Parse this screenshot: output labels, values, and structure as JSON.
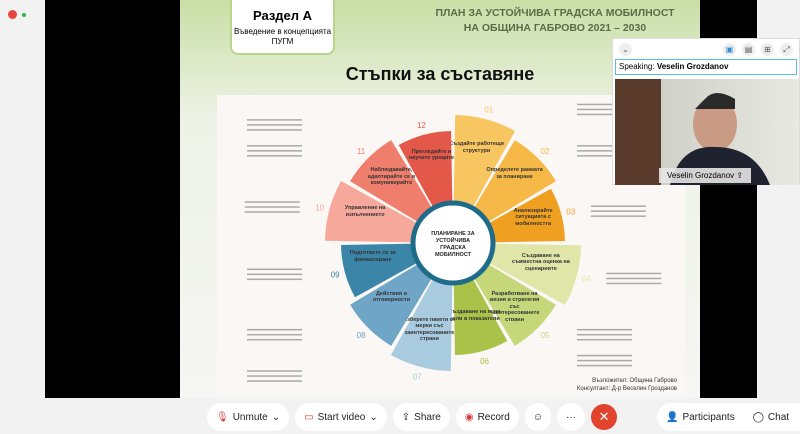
{
  "slide": {
    "section_title": "Раздел А",
    "section_sub": "Въведение в концепцията ПУГМ",
    "header_l1": "ПЛАН ЗА УСТОЙЧИВА ГРАДСКА МОБИЛНОСТ",
    "header_l2": "НА ОБЩИНА ГАБРОВО 2021 – 2030",
    "title": "Стъпки за съставяне",
    "center": "ПЛАНИРАНЕ ЗА УСТОЙЧИВА ГРАДСКА МОБИЛНОСТ",
    "steps": [
      {
        "n": "01",
        "label": "Създайте работещи структури",
        "color": "#f8c661"
      },
      {
        "n": "02",
        "label": "Определете рамката за планиране",
        "color": "#f6b947"
      },
      {
        "n": "03",
        "label": "Анализирайте ситуацията с мобилността",
        "color": "#f0a020"
      },
      {
        "n": "04",
        "label": "Създаване на съвместна оценка на сценариите",
        "color": "#dfe6a8"
      },
      {
        "n": "05",
        "label": "Разработване на визия и стратегия със заинтересованите страни",
        "color": "#c6d77a"
      },
      {
        "n": "06",
        "label": "Създаване на ясни цели и показатели",
        "color": "#aac24a"
      },
      {
        "n": "07",
        "label": "Изберете пакети от мерки със заинтересованите страни",
        "color": "#a9cbe0"
      },
      {
        "n": "08",
        "label": "Действия и отговорности",
        "color": "#6fa6c8"
      },
      {
        "n": "09",
        "label": "Подгответе се за финансиране",
        "color": "#3b86a8"
      },
      {
        "n": "10",
        "label": "Управление на изпълнението",
        "color": "#f6a89a"
      },
      {
        "n": "11",
        "label": "Наблюдавайте, адаптирайте се и комуникирайте",
        "color": "#ef7f6c"
      },
      {
        "n": "12",
        "label": "Прегледайте и научете уроците",
        "color": "#e4584a"
      }
    ],
    "credit_l1": "Възложител: Община Габрово",
    "credit_l2": "Консултант: Д-р Веселин Грозданов"
  },
  "video": {
    "speaking_label": "Speaking:",
    "speaker": "Veselin Grozdanov",
    "name_tag": "Veselin Grozdanov"
  },
  "toolbar": {
    "unmute": "Unmute",
    "start_video": "Start video",
    "share": "Share",
    "record": "Record",
    "more": "···",
    "participants": "Participants",
    "chat": "Chat"
  }
}
